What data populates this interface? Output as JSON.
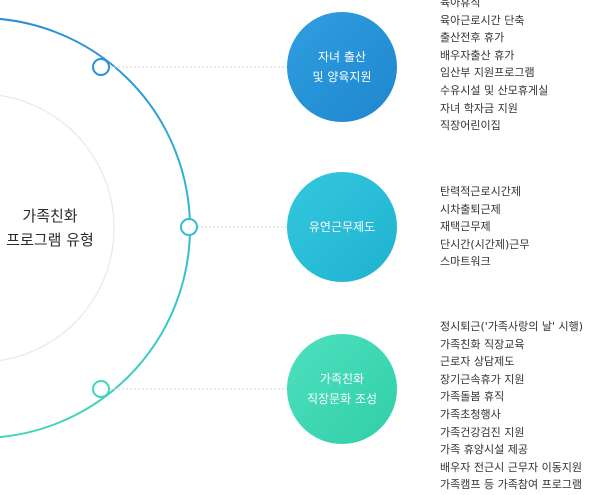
{
  "center": {
    "title_line1": "가족친화",
    "title_line2": "프로그램 유형"
  },
  "categories": [
    {
      "label_line1": "자녀 출산",
      "label_line2": "및 양육지원",
      "color_start": "#2f9fe0",
      "color_end": "#1f86cf",
      "items": [
        "육아휴직",
        "육아근로시간 단축",
        "출산전후 휴가",
        "배우자출산 휴가",
        "임산부 지원프로그램",
        "수유시설 및 산모휴게실",
        "자녀 학자금 지원",
        "직장어린이집"
      ]
    },
    {
      "label_line1": "유연근무제도",
      "label_line2": "",
      "color_start": "#34c8de",
      "color_end": "#1fb2d0",
      "items": [
        "탄력적근로시간제",
        "시차출퇴근제",
        "재택근무제",
        "단시간(시간제)근무",
        "스마트워크"
      ]
    },
    {
      "label_line1": "가족친화",
      "label_line2": "직장문화 조성",
      "color_start": "#4fe0bf",
      "color_end": "#2fcfa8",
      "items": [
        "정시퇴근('가족사랑의 날' 시행)",
        "가족친화 직장교육",
        "근로자 상담제도",
        "장기근속휴가 지원",
        "가족돌봄 휴직",
        "가족초청행사",
        "가족건강검진 지원",
        "가족 휴양시설 제공",
        "배우자 전근시 근무자 이동지원",
        "가족캠프 등 가족참여 프로그램"
      ]
    }
  ]
}
